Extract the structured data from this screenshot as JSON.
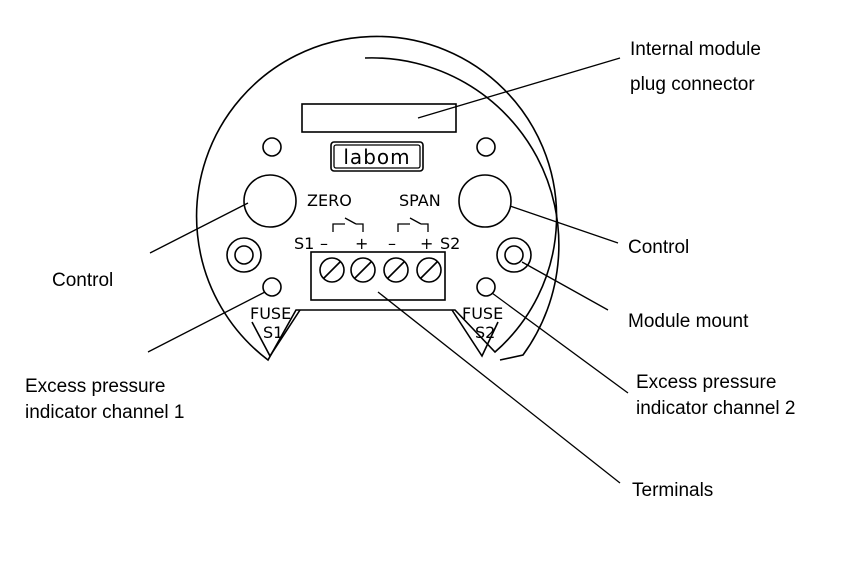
{
  "logo": "labom",
  "callouts": {
    "internal_module_line1": "Internal module",
    "internal_module_line2": "plug connector",
    "control_left": "Control",
    "control_right": "Control",
    "module_mount": "Module mount",
    "excess_ch1_line1": "Excess pressure",
    "excess_ch1_line2": "indicator channel 1",
    "excess_ch2_line1": "Excess pressure",
    "excess_ch2_line2": "indicator channel 2",
    "terminals": "Terminals"
  },
  "markings": {
    "zero": "ZERO",
    "span": "SPAN",
    "s1": "S1",
    "s2": "S2",
    "minus_1": "–",
    "plus_1": "+",
    "minus_2": "–",
    "plus_2": "+",
    "fuse_left": "FUSE",
    "fuse_left_id": "S1",
    "fuse_right": "FUSE",
    "fuse_right_id": "S2"
  }
}
